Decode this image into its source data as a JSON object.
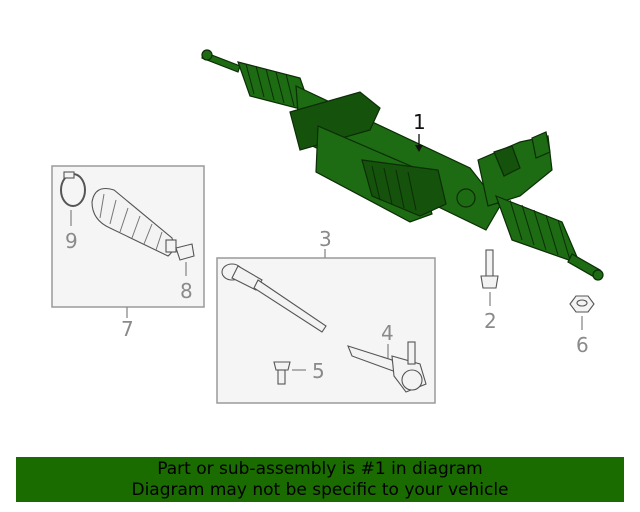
{
  "callouts": {
    "c1": "1",
    "c2": "2",
    "c3": "3",
    "c4": "4",
    "c5": "5",
    "c6": "6",
    "c7": "7",
    "c8": "8",
    "c9": "9"
  },
  "banner": {
    "line1": "Part or sub-assembly is #1 in diagram",
    "line2": "Diagram may not be specific to your vehicle",
    "color": "#1a6b00"
  },
  "colors": {
    "highlight": "#1d6b12",
    "callout": "#8a8a8a"
  }
}
